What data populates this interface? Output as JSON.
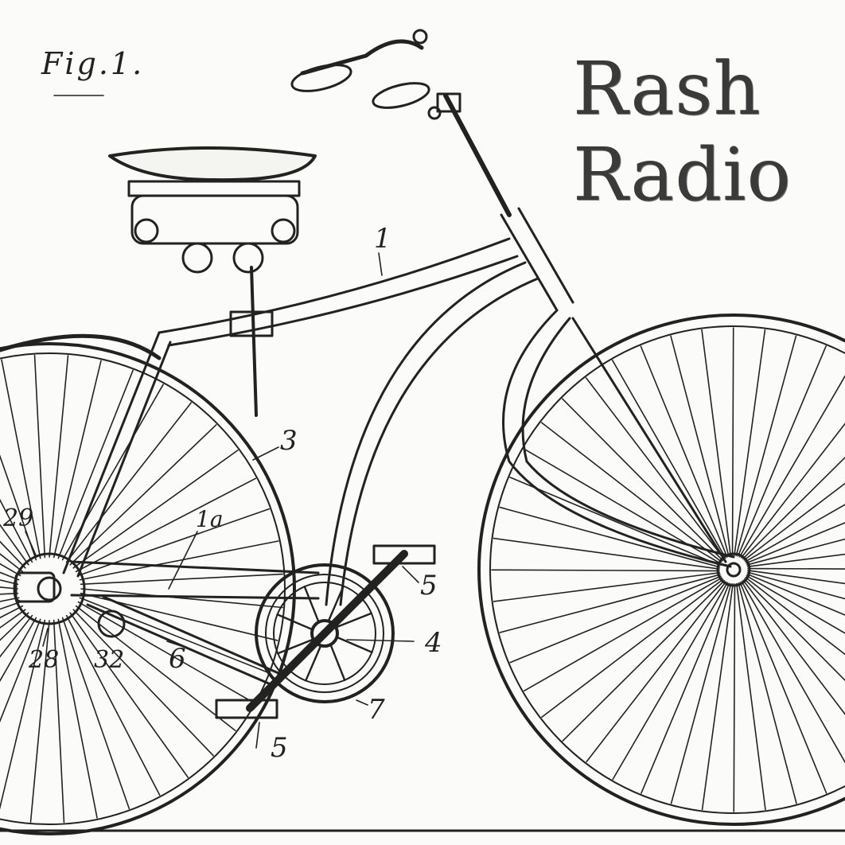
{
  "title": {
    "line1": "Rash",
    "line2": "Radio"
  },
  "figure_label": "Fig.1.",
  "reference_numbers": {
    "n1": "1",
    "n1a": "1a",
    "n3": "3",
    "n4": "4",
    "n5_top": "5",
    "n5_bottom": "5",
    "n6": "6",
    "n7": "7",
    "n28": "28",
    "n29": "29",
    "n32": "32"
  },
  "colors": {
    "ink": "#222222",
    "paper": "#fbfbf9",
    "title_ink": "#3a3a3a"
  }
}
